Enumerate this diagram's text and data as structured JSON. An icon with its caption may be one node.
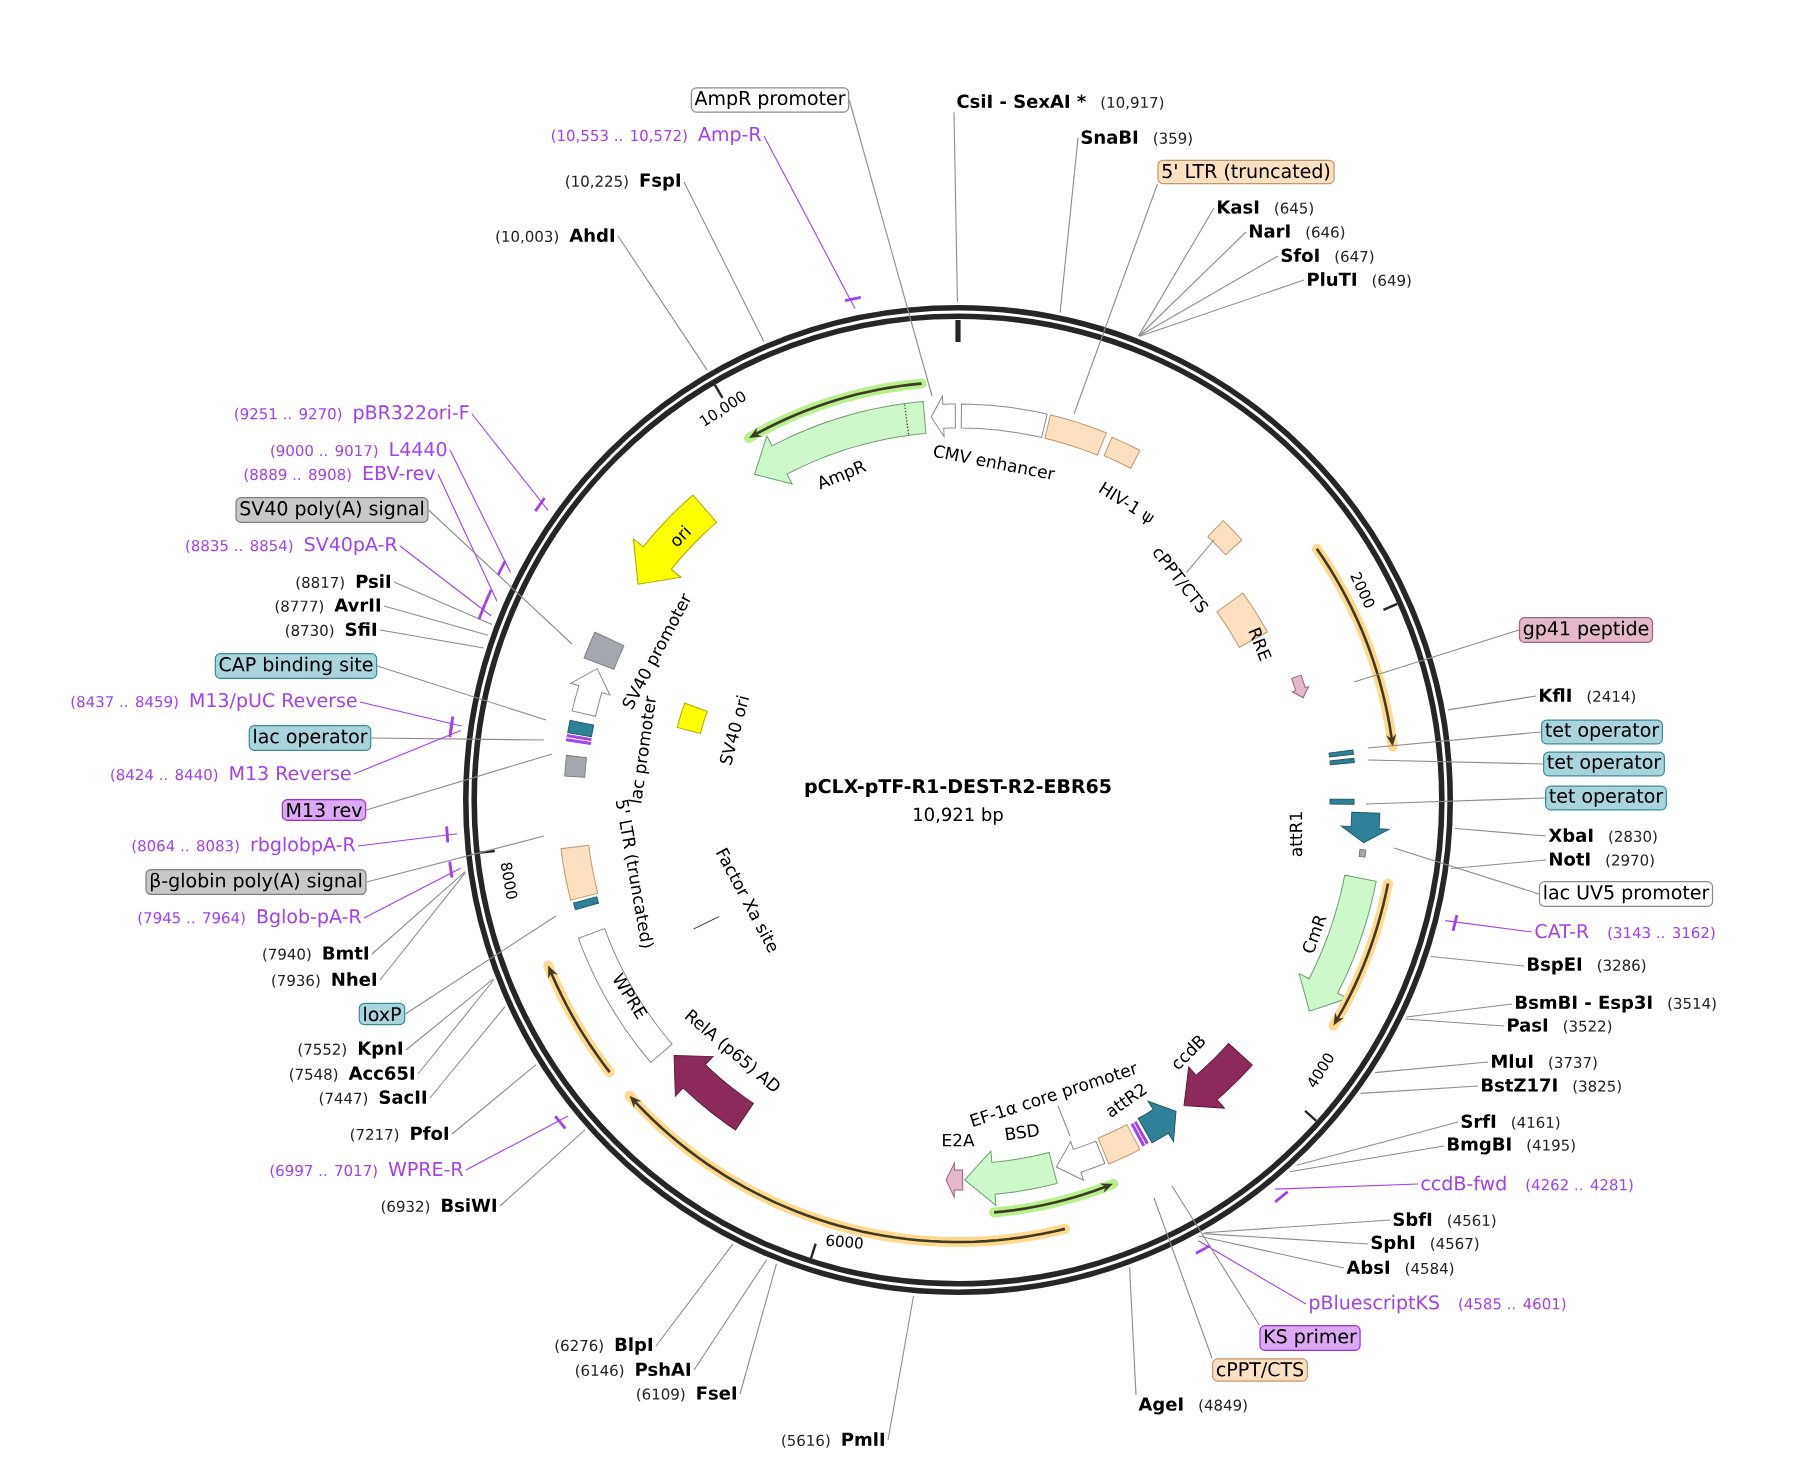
{
  "diagram": {
    "title": "pCLX-pTF-R1-DEST-R2-EBR65",
    "nodes": [
      {
        "text": [
          "AmpR promoter"
        ]
      },
      {
        "text": [
          "Amp-R"
        ],
        "beside": [
          "(10,553 .. 10,572)"
        ]
      },
      {
        "text": [
          "FspI"
        ],
        "beside": [
          "(10,225)"
        ]
      },
      {
        "text": [
          "AhdI"
        ],
        "beside": [
          "(10,003)"
        ]
      },
      {
        "text": [
          "CsiI - SexAI *"
        ],
        "beside": [
          "(10,917)"
        ]
      },
      {
        "text": [
          "SnaBI"
        ],
        "beside": [
          "(359)"
        ]
      },
      {
        "text": [
          "5' LTR (truncated)"
        ]
      },
      {
        "text": [
          "KasI"
        ],
        "beside": [
          "(645)"
        ]
      },
      {
        "text": [
          "NarI"
        ],
        "beside": [
          "(646)"
        ]
      },
      {
        "text": [
          "SfoI"
        ],
        "beside": [
          "(647)"
        ]
      },
      {
        "text": [
          "PluTI"
        ],
        "beside": [
          "(649)"
        ]
      },
      {
        "text": [
          "pBR322ori-F"
        ],
        "beside": [
          "(9251 .. 9270)"
        ]
      },
      {
        "text": [
          "L4440"
        ],
        "beside": [
          "(9000 .. 9017)"
        ]
      },
      {
        "text": [
          "EBV-rev"
        ],
        "beside": [
          "(8889 .. 8908)"
        ]
      },
      {
        "text": [
          "SV40 poly(A) signal"
        ]
      },
      {
        "text": [
          "SV40pA-R"
        ],
        "beside": [
          "(8835 .. 8854)"
        ]
      },
      {
        "text": [
          "PsiI"
        ],
        "beside": [
          "(8817)"
        ]
      },
      {
        "text": [
          "AvrII"
        ],
        "beside": [
          "(8777)"
        ]
      },
      {
        "text": [
          "SfiI"
        ],
        "beside": [
          "(8730)"
        ]
      },
      {
        "text": [
          "CAP binding site"
        ]
      },
      {
        "text": [
          "M13/pUC Reverse"
        ],
        "beside": [
          "(8437 .. 8459)"
        ]
      },
      {
        "text": [
          "lac operator"
        ]
      },
      {
        "text": [
          "M13 Reverse"
        ],
        "beside": [
          "(8424 .. 8440)"
        ]
      },
      {
        "text": [
          "M13 rev"
        ]
      },
      {
        "text": [
          "rbglobpA-R"
        ],
        "beside": [
          "(8064 .. 8083)"
        ]
      },
      {
        "text": [
          "β-globin poly(A) signal"
        ]
      },
      {
        "text": [
          "Bglob-pA-R"
        ],
        "beside": [
          "(7945 .. 7964)"
        ]
      },
      {
        "text": [
          "BmtI"
        ],
        "beside": [
          "(7940)"
        ]
      },
      {
        "text": [
          "NheI"
        ],
        "beside": [
          "(7936)"
        ]
      },
      {
        "text": [
          "loxP"
        ]
      },
      {
        "text": [
          "KpnI"
        ],
        "beside": [
          "(7552)"
        ]
      },
      {
        "text": [
          "Acc65I"
        ],
        "beside": [
          "(7548)"
        ]
      },
      {
        "text": [
          "SacII"
        ],
        "beside": [
          "(7447)"
        ]
      },
      {
        "text": [
          "PfoI"
        ],
        "beside": [
          "(7217)"
        ]
      },
      {
        "text": [
          "WPRE-R"
        ],
        "beside": [
          "(6997 .. 7017)"
        ]
      },
      {
        "text": [
          "BsiWI"
        ],
        "beside": [
          "(6932)"
        ]
      },
      {
        "text": [
          "BlpI"
        ],
        "beside": [
          "(6276)"
        ]
      },
      {
        "text": [
          "PshAI"
        ],
        "beside": [
          "(6146)"
        ]
      },
      {
        "text": [
          "FseI"
        ],
        "beside": [
          "(6109)"
        ]
      },
      {
        "text": [
          "PmlI"
        ],
        "beside": [
          "(5616)"
        ]
      },
      {
        "text": [
          "gp41 peptide"
        ]
      },
      {
        "text": [
          "KflI"
        ],
        "beside": [
          "(2414)"
        ]
      },
      {
        "text": [
          "tet operator"
        ]
      },
      {
        "text": [
          "tet operator"
        ]
      },
      {
        "text": [
          "tet operator"
        ]
      },
      {
        "text": [
          "XbaI"
        ],
        "beside": [
          "(2830)"
        ]
      },
      {
        "text": [
          "NotI"
        ],
        "beside": [
          "(2970)"
        ]
      },
      {
        "text": [
          "lac UV5 promoter"
        ]
      },
      {
        "text": [
          "CAT-R"
        ],
        "beside": [
          "(3143 .. 3162)"
        ]
      },
      {
        "text": [
          "BspEI"
        ],
        "beside": [
          "(3286)"
        ]
      },
      {
        "text": [
          "BsmBI - Esp3I"
        ],
        "beside": [
          "(3514)"
        ]
      },
      {
        "text": [
          "PasI"
        ],
        "beside": [
          "(3522)"
        ]
      },
      {
        "text": [
          "MluI"
        ],
        "beside": [
          "(3737)"
        ]
      },
      {
        "text": [
          "BstZ17I"
        ],
        "beside": [
          "(3825)"
        ]
      },
      {
        "text": [
          "SrfI"
        ],
        "beside": [
          "(4161)"
        ]
      },
      {
        "text": [
          "BmgBI"
        ],
        "beside": [
          "(4195)"
        ]
      },
      {
        "text": [
          "ccdB-fwd"
        ],
        "beside": [
          "(4262 .. 4281)"
        ]
      },
      {
        "text": [
          "SbfI"
        ],
        "beside": [
          "(4561)"
        ]
      },
      {
        "text": [
          "SphI"
        ],
        "beside": [
          "(4567)"
        ]
      },
      {
        "text": [
          "AbsI"
        ],
        "beside": [
          "(4584)"
        ]
      },
      {
        "text": [
          "pBluescriptKS"
        ],
        "beside": [
          "(4585 .. 4601)"
        ]
      },
      {
        "text": [
          "KS primer"
        ]
      },
      {
        "text": [
          "cPPT/CTS"
        ]
      },
      {
        "text": [
          "AgeI"
        ],
        "beside": [
          "(4849)"
        ]
      },
      {
        "text": [
          "cPPT/CTS"
        ]
      },
      {
        "text": [
          "EF-1α core promoter"
        ]
      }
    ],
    "edges": [
      {
        "from": 0,
        "to": null,
        "arrow": "none"
      },
      {
        "from": 1,
        "to": null,
        "arrow": "none",
        "color": "#a040f0"
      },
      {
        "from": 2,
        "to": null,
        "arrow": "none"
      },
      {
        "from": 3,
        "to": null,
        "arrow": "none"
      },
      {
        "from": 4,
        "to": null,
        "arrow": "none"
      },
      {
        "from": 5,
        "to": null,
        "arrow": "none"
      },
      {
        "from": 6,
        "to": null,
        "arrow": "none"
      },
      {
        "from": 7,
        "to": null,
        "arrow": "none"
      },
      {
        "from": 8,
        "to": null,
        "arrow": "none"
      },
      {
        "from": 9,
        "to": null,
        "arrow": "none"
      },
      {
        "from": 10,
        "to": null,
        "arrow": "none"
      },
      {
        "from": 11,
        "to": null,
        "arrow": "none",
        "color": "#a040f0"
      },
      {
        "from": 12,
        "to": null,
        "arrow": "none",
        "color": "#a040f0"
      },
      {
        "from": 13,
        "to": null,
        "arrow": "none",
        "color": "#a040f0"
      },
      {
        "from": 14,
        "to": null,
        "arrow": "none"
      },
      {
        "from": 15,
        "to": null,
        "arrow": "none",
        "color": "#a040f0"
      },
      {
        "from": 16,
        "to": null,
        "arrow": "none"
      },
      {
        "from": 17,
        "to": null,
        "arrow": "none"
      },
      {
        "from": 18,
        "to": null,
        "arrow": "none"
      },
      {
        "from": 19,
        "to": null,
        "arrow": "none"
      },
      {
        "from": 20,
        "to": null,
        "arrow": "none",
        "color": "#a040f0"
      },
      {
        "from": 21,
        "to": null,
        "arrow": "none"
      },
      {
        "from": 22,
        "to": null,
        "arrow": "none",
        "color": "#a040f0"
      },
      {
        "from": 23,
        "to": null,
        "arrow": "none"
      },
      {
        "from": 24,
        "to": null,
        "arrow": "none",
        "color": "#a040f0"
      },
      {
        "from": 25,
        "to": null,
        "arrow": "none"
      },
      {
        "from": 26,
        "to": null,
        "arrow": "none",
        "color": "#a040f0"
      },
      {
        "from": 27,
        "to": null,
        "arrow": "none"
      },
      {
        "from": 28,
        "to": null,
        "arrow": "none"
      },
      {
        "from": 29,
        "to": null,
        "arrow": "none"
      },
      {
        "from": 30,
        "to": null,
        "arrow": "none"
      },
      {
        "from": 31,
        "to": null,
        "arrow": "none"
      },
      {
        "from": 32,
        "to": null,
        "arrow": "none"
      },
      {
        "from": 33,
        "to": null,
        "arrow": "none"
      },
      {
        "from": 34,
        "to": null,
        "arrow": "none",
        "color": "#a040f0"
      },
      {
        "from": 35,
        "to": null,
        "arrow": "none"
      },
      {
        "from": 36,
        "to": null,
        "arrow": "none"
      },
      {
        "from": 37,
        "to": null,
        "arrow": "none"
      },
      {
        "from": 38,
        "to": null,
        "arrow": "none"
      },
      {
        "from": 39,
        "to": null,
        "arrow": "none"
      },
      {
        "from": 40,
        "to": null,
        "arrow": "none"
      },
      {
        "from": 41,
        "to": null,
        "arrow": "none"
      },
      {
        "from": 42,
        "to": null,
        "arrow": "none"
      },
      {
        "from": 43,
        "to": null,
        "arrow": "none"
      },
      {
        "from": 44,
        "to": null,
        "arrow": "none"
      },
      {
        "from": 45,
        "to": null,
        "arrow": "none"
      },
      {
        "from": 46,
        "to": null,
        "arrow": "none"
      },
      {
        "from": 47,
        "to": null,
        "arrow": "none"
      },
      {
        "from": 48,
        "to": null,
        "arrow": "none",
        "color": "#a040f0"
      },
      {
        "from": 49,
        "to": null,
        "arrow": "none"
      },
      {
        "from": 50,
        "to": null,
        "arrow": "none"
      },
      {
        "from": 51,
        "to": null,
        "arrow": "none"
      },
      {
        "from": 52,
        "to": null,
        "arrow": "none"
      },
      {
        "from": 53,
        "to": null,
        "arrow": "none"
      },
      {
        "from": 54,
        "to": null,
        "arrow": "none"
      },
      {
        "from": 55,
        "to": null,
        "arrow": "none"
      },
      {
        "from": 56,
        "to": null,
        "arrow": "none",
        "color": "#a040f0"
      },
      {
        "from": 57,
        "to": null,
        "arrow": "none"
      },
      {
        "from": 58,
        "to": null,
        "arrow": "none"
      },
      {
        "from": 59,
        "to": null,
        "arrow": "none"
      },
      {
        "from": 60,
        "to": null,
        "arrow": "none",
        "color": "#a040f0"
      },
      {
        "from": 61,
        "to": null,
        "arrow": "none"
      },
      {
        "from": 62,
        "to": null,
        "arrow": "none"
      },
      {
        "from": 63,
        "to": null,
        "arrow": "none"
      },
      {
        "from": 64,
        "to": null,
        "arrow": "none"
      },
      {
        "from": 65,
        "to": null,
        "arrow": "none"
      }
    ],
    "labels": [
      "10,921 bp",
      "AmpR",
      "CMV enhancer",
      "HIV-1 ψ",
      "RRE",
      "ori",
      "SV40 promoter",
      "SV40 ori",
      "lac promoter",
      "5' LTR (truncated)",
      "Factor Xa site",
      "WPRE",
      "RelA (p65) AD",
      "E2A",
      "BSD",
      "attR2",
      "ccdB",
      "attR1",
      "CmR",
      "10,000",
      "2000",
      "4000",
      "6000",
      "8000"
    ]
  }
}
